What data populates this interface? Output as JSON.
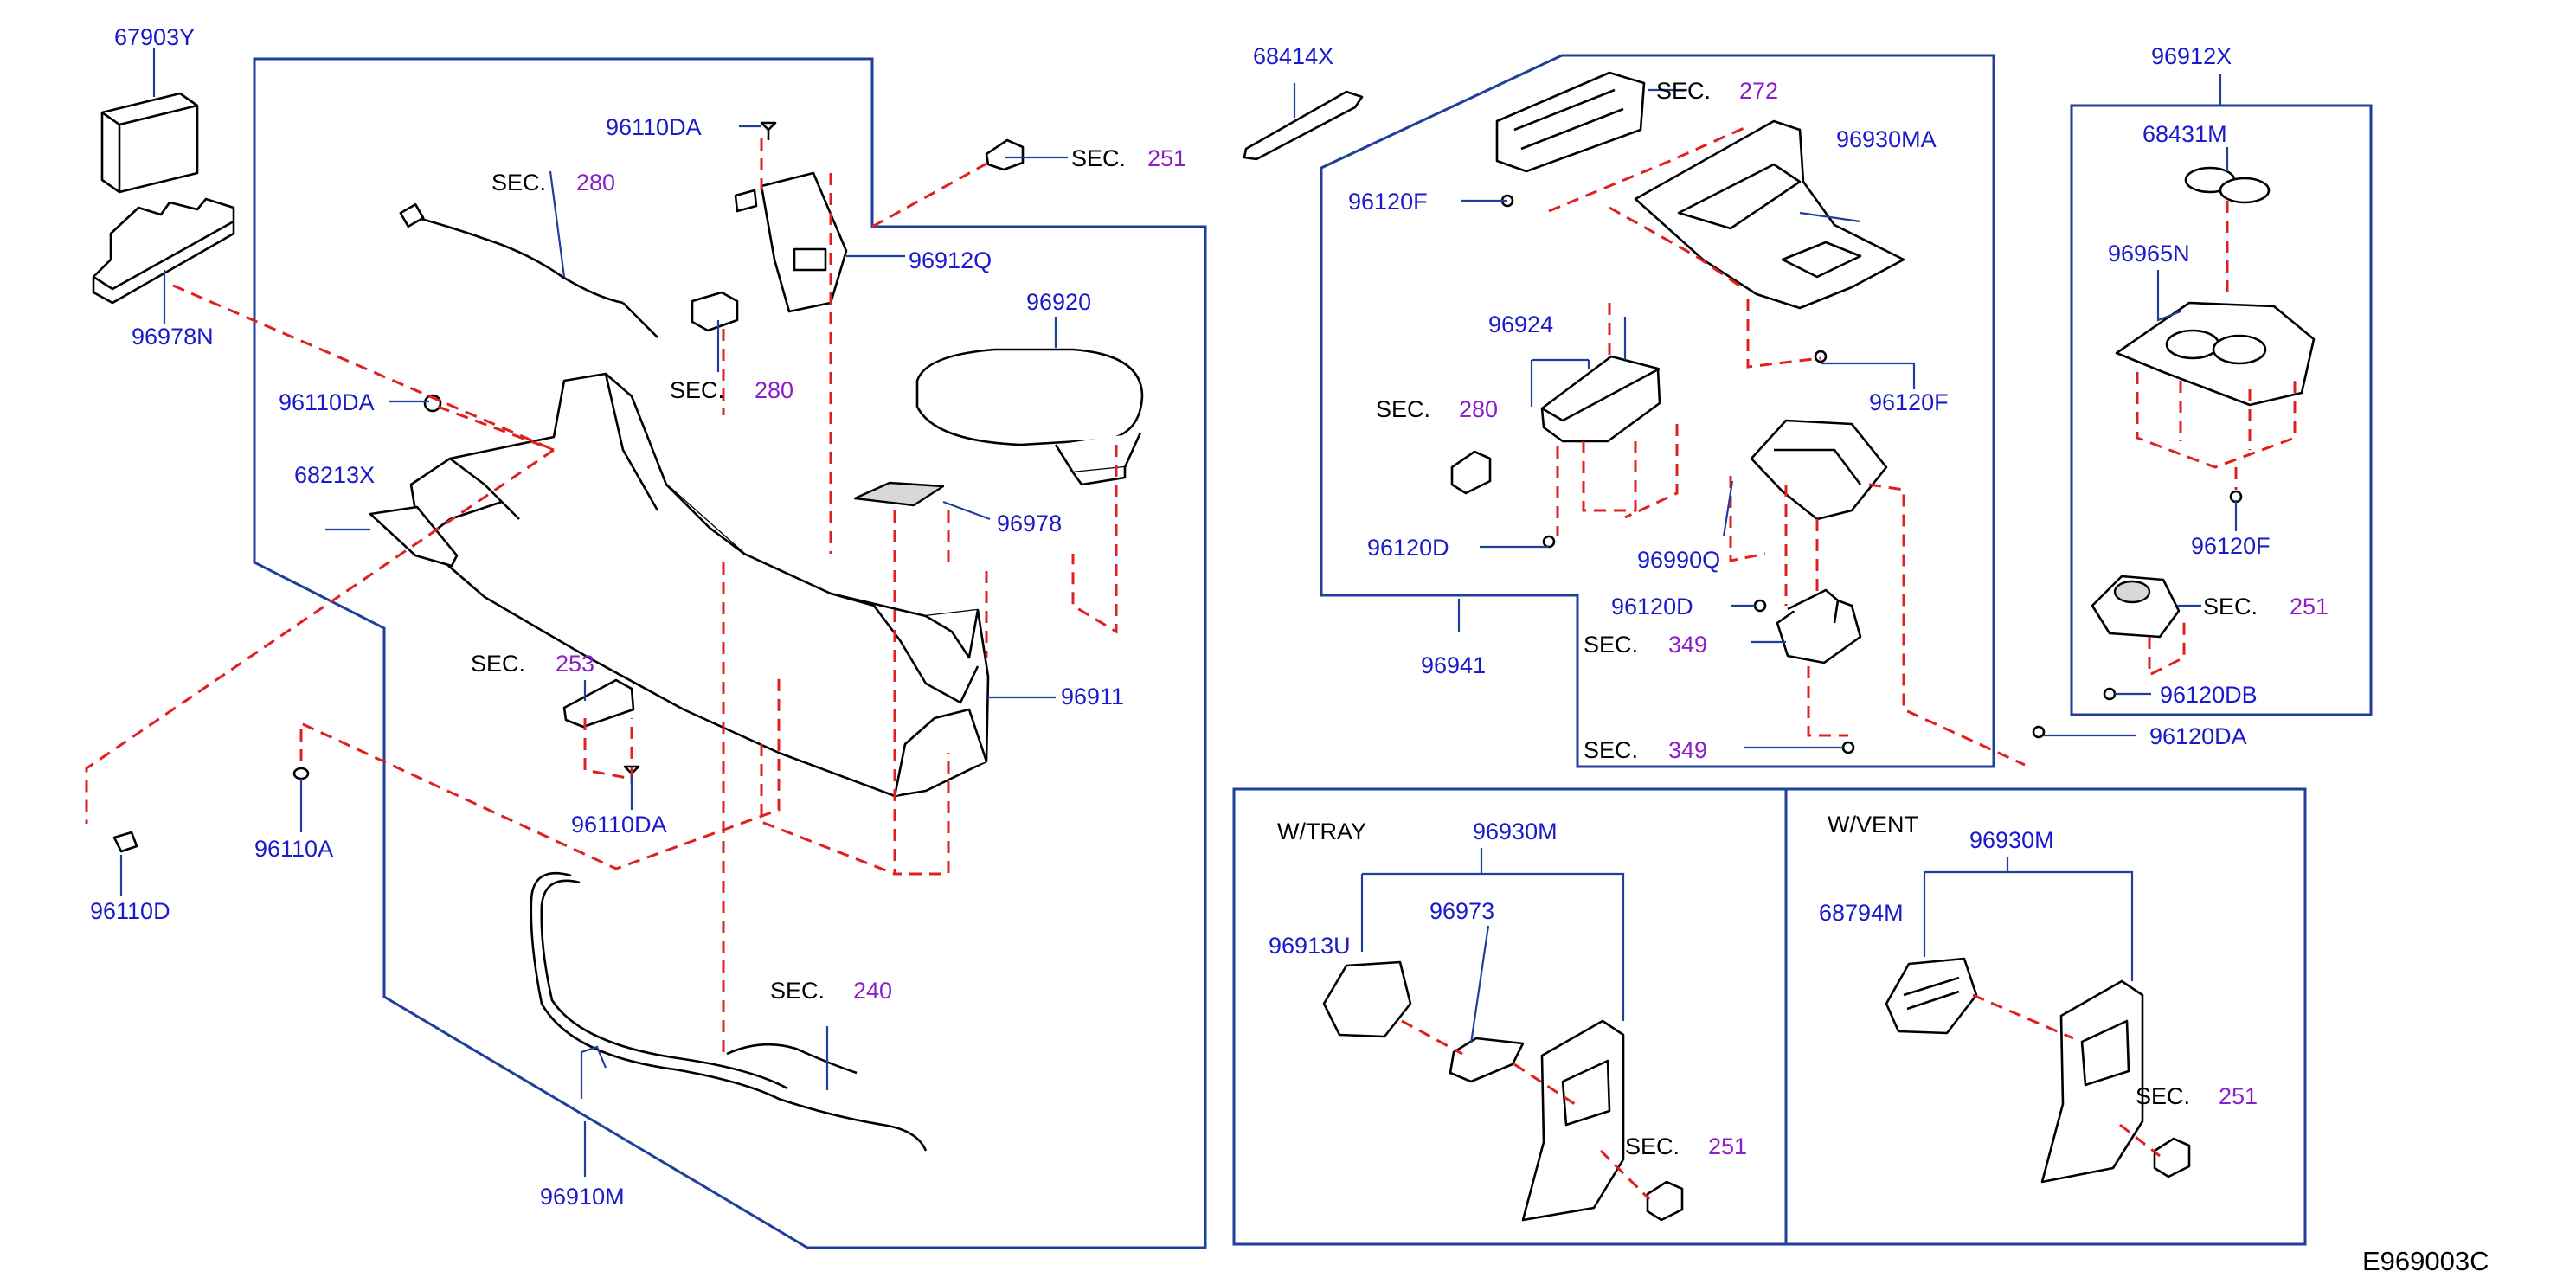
{
  "diagram_code": "E969003C",
  "sec_word": "SEC.",
  "parts": {
    "p67903Y": "67903Y",
    "p96978N": "96978N",
    "p96110DA_top": "96110DA",
    "p96110DA_left": "96110DA",
    "p96110DA_bottom": "96110DA",
    "p68213X": "68213X",
    "p96110A": "96110A",
    "p96110D": "96110D",
    "p96912Q": "96912Q",
    "p96920": "96920",
    "p96978": "96978",
    "p96911": "96911",
    "p96910M": "96910M",
    "p68414X": "68414X",
    "p96120F_a": "96120F",
    "p96930MA": "96930MA",
    "p96924": "96924",
    "p96120F_b": "96120F",
    "p96120D_a": "96120D",
    "p96990Q": "96990Q",
    "p96120D_b": "96120D",
    "p96941": "96941",
    "p96912X": "96912X",
    "p68431M": "68431M",
    "p96965N": "96965N",
    "p96120F_c": "96120F",
    "p96120DB": "96120DB",
    "p96120DA": "96120DA",
    "p96930M_tray": "96930M",
    "p96973": "96973",
    "p96913U": "96913U",
    "p96930M_vent": "96930M",
    "p68794M": "68794M"
  },
  "sections": {
    "s280a": "280",
    "s280b": "280",
    "s251a": "251",
    "s253": "253",
    "s240": "240",
    "s272": "272",
    "s280c": "280",
    "s349a": "349",
    "s349b": "349",
    "s251b": "251",
    "s251c": "251",
    "s251d": "251"
  },
  "groups": {
    "w_tray": "W/TRAY",
    "w_vent": "W/VENT"
  },
  "colors": {
    "part_number": "#1a1acc",
    "section_number": "#8a1fc8",
    "frame": "#1f3f9a",
    "dashed_leader": "#e02020"
  }
}
